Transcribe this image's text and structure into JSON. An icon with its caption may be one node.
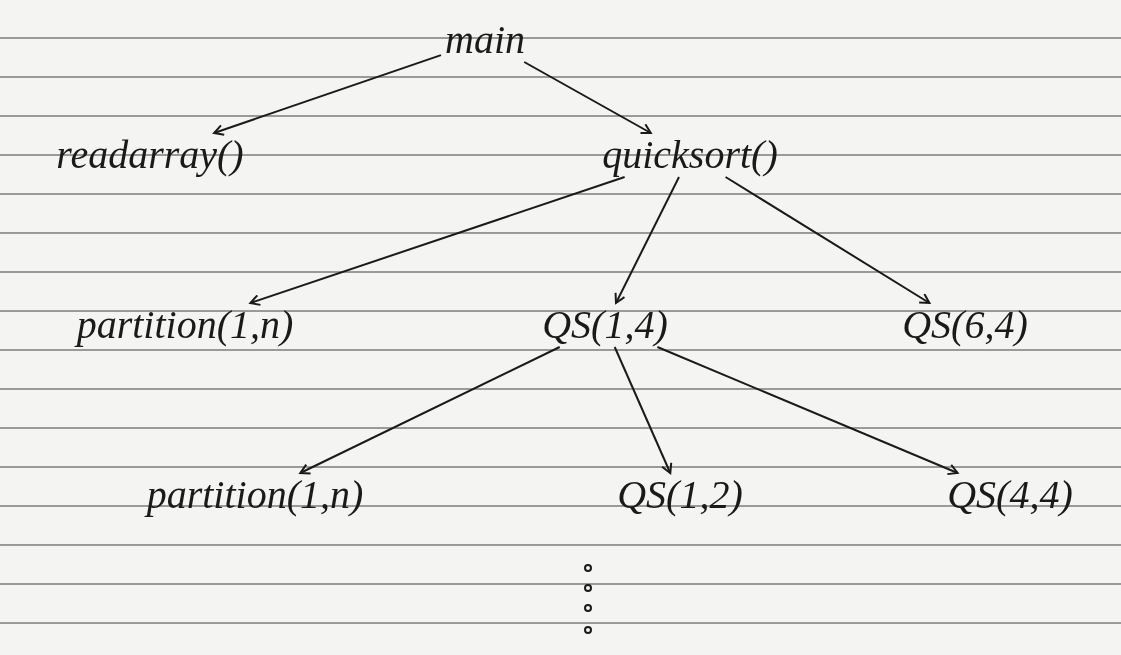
{
  "diagram": {
    "nodes": [
      {
        "text": [
          "main"
        ]
      },
      {
        "text": [
          "readarray()"
        ]
      },
      {
        "text": [
          "quicksort()"
        ]
      },
      {
        "text": [
          "partition(1,n)"
        ]
      },
      {
        "text": [
          "QS(1,4)"
        ]
      },
      {
        "text": [
          "QS(6,4)"
        ]
      },
      {
        "text": [
          "partition(1,n)"
        ]
      },
      {
        "text": [
          "QS(1,2)"
        ]
      },
      {
        "text": [
          "QS(4,4)"
        ]
      }
    ],
    "edges": [
      {
        "from": 0,
        "to": 1,
        "arrow": "to"
      },
      {
        "from": 0,
        "to": 2,
        "arrow": "to"
      },
      {
        "from": 2,
        "to": 3,
        "arrow": "to"
      },
      {
        "from": 2,
        "to": 4,
        "arrow": "to"
      },
      {
        "from": 2,
        "to": 5,
        "arrow": "to"
      },
      {
        "from": 4,
        "to": 6,
        "arrow": "to"
      },
      {
        "from": 4,
        "to": 7,
        "arrow": "to"
      },
      {
        "from": 4,
        "to": 8,
        "arrow": "to"
      }
    ]
  }
}
